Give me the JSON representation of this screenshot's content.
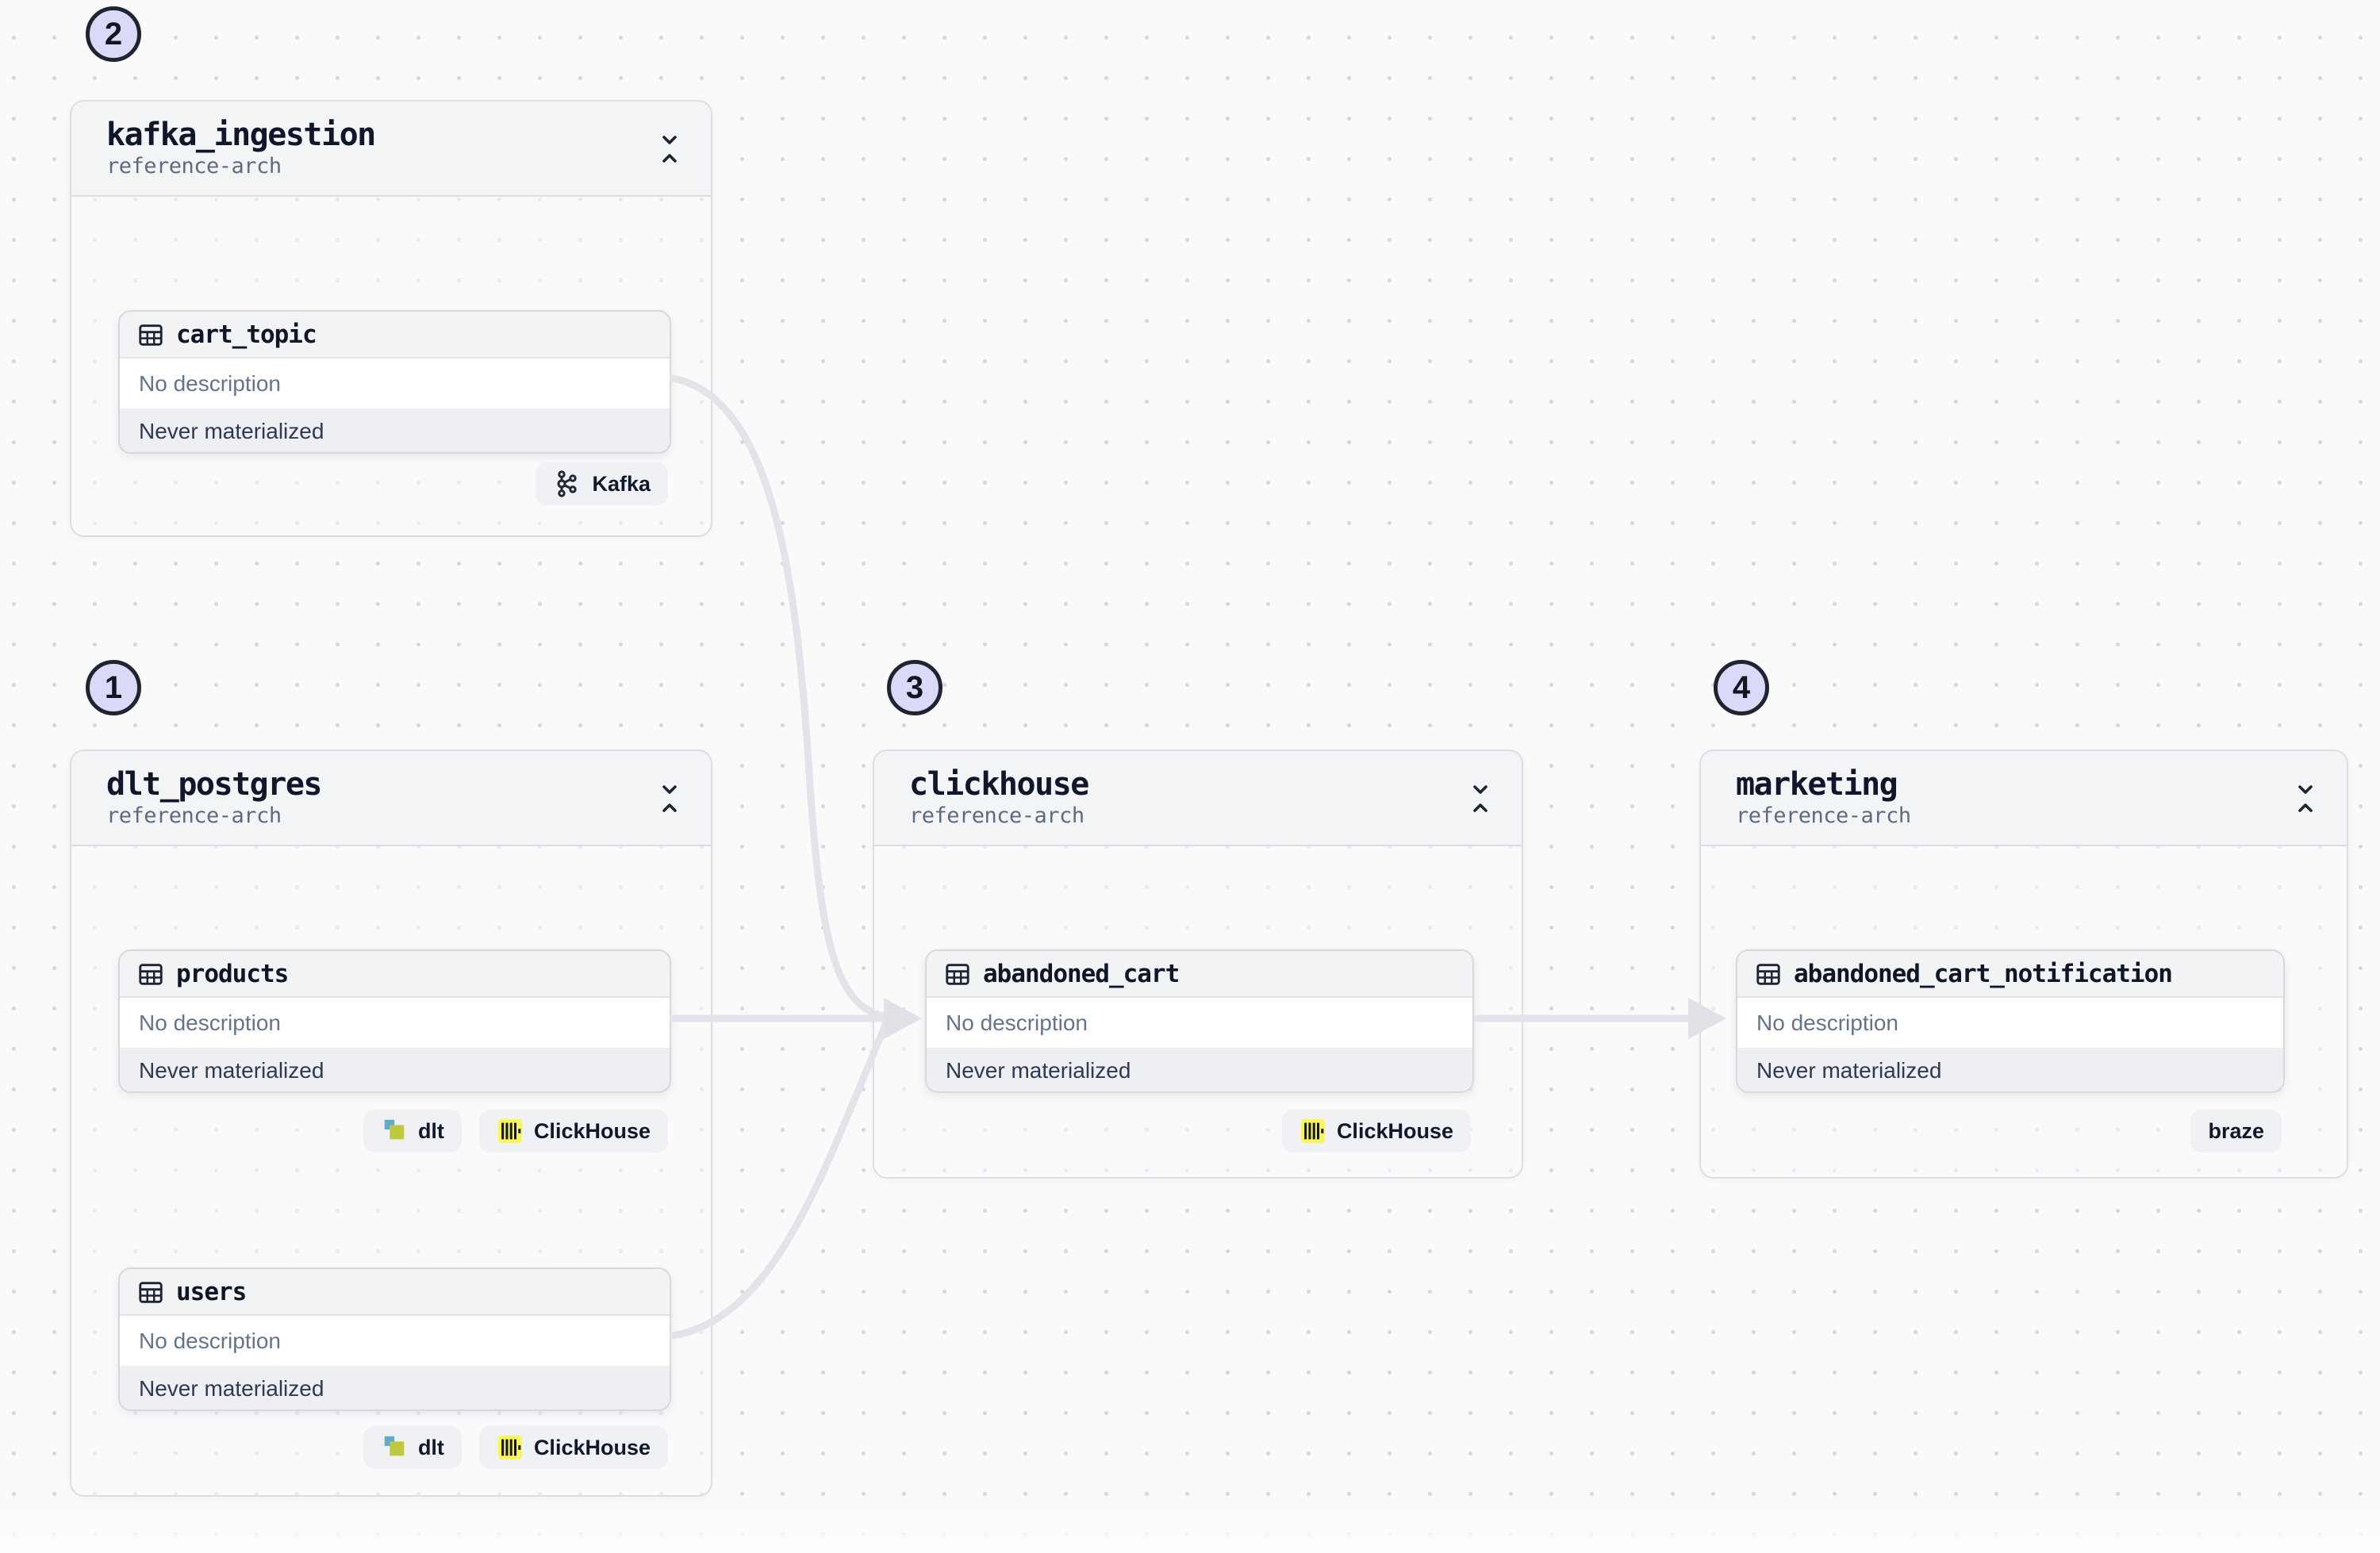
{
  "ui": {
    "canvas_background": "#fafafb",
    "dot_color": "#d6d8de",
    "edge_color": "#e2e4e9"
  },
  "markers": [
    {
      "number": "1"
    },
    {
      "number": "2"
    },
    {
      "number": "3"
    },
    {
      "number": "4"
    }
  ],
  "groups": [
    {
      "title": "dlt_postgres",
      "subtitle": "reference-arch",
      "assets": [
        {
          "name": "products",
          "description": "No description",
          "status": "Never materialized",
          "tags": [
            {
              "label": "dlt",
              "icon": "dlt-icon"
            },
            {
              "label": "ClickHouse",
              "icon": "clickhouse-icon"
            }
          ]
        },
        {
          "name": "users",
          "description": "No description",
          "status": "Never materialized",
          "tags": [
            {
              "label": "dlt",
              "icon": "dlt-icon"
            },
            {
              "label": "ClickHouse",
              "icon": "clickhouse-icon"
            }
          ]
        }
      ]
    },
    {
      "title": "kafka_ingestion",
      "subtitle": "reference-arch",
      "assets": [
        {
          "name": "cart_topic",
          "description": "No description",
          "status": "Never materialized",
          "tags": [
            {
              "label": "Kafka",
              "icon": "kafka-icon"
            }
          ]
        }
      ]
    },
    {
      "title": "clickhouse",
      "subtitle": "reference-arch",
      "assets": [
        {
          "name": "abandoned_cart",
          "description": "No description",
          "status": "Never materialized",
          "tags": [
            {
              "label": "ClickHouse",
              "icon": "clickhouse-icon"
            }
          ]
        }
      ]
    },
    {
      "title": "marketing",
      "subtitle": "reference-arch",
      "assets": [
        {
          "name": "abandoned_cart_notification",
          "description": "No description",
          "status": "Never materialized",
          "tags": [
            {
              "label": "braze"
            }
          ]
        }
      ]
    }
  ],
  "edges": [
    {
      "from": "cart_topic",
      "to": "abandoned_cart"
    },
    {
      "from": "products",
      "to": "abandoned_cart"
    },
    {
      "from": "users",
      "to": "abandoned_cart"
    },
    {
      "from": "abandoned_cart",
      "to": "abandoned_cart_notification"
    }
  ],
  "brand_colors": {
    "clickhouse_yellow": "#f9f657",
    "dlt_blue": "#60adc9",
    "dlt_green": "#c0c83f",
    "marker_fill": "#d9daf8",
    "marker_border": "#1f2430"
  }
}
